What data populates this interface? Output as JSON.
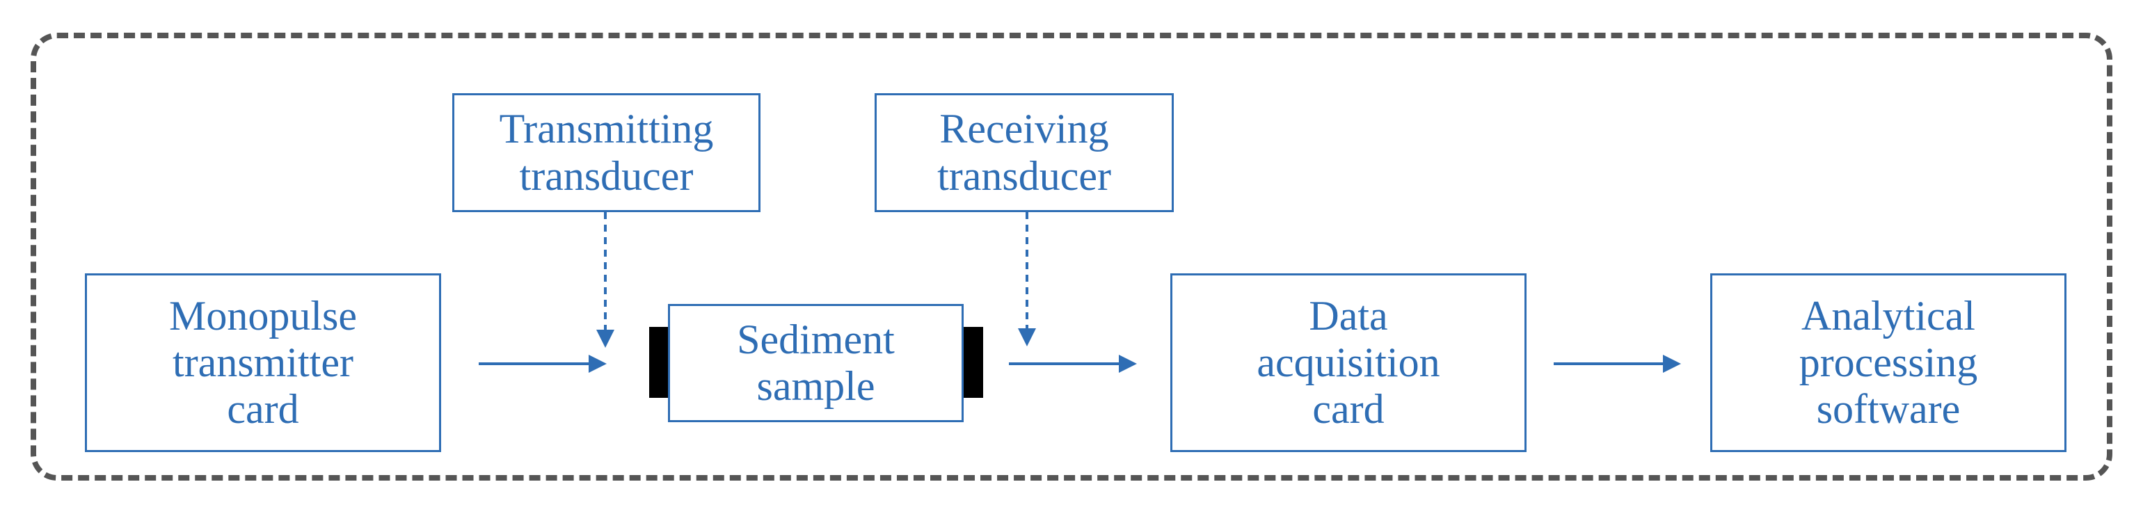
{
  "diagram": {
    "nodes": {
      "monopulse_card": "Monopulse\ntransmitter\ncard",
      "transmitting_transducer": "Transmitting\ntransducer",
      "sediment_sample": "Sediment\nsample",
      "receiving_transducer": "Receiving\ntransducer",
      "data_acquisition_card": "Data\nacquisition\ncard",
      "analytical_software": "Analytical\nprocessing\nsoftware"
    },
    "colors": {
      "box_border": "#2e6db4",
      "text": "#2e6db4",
      "arrow": "#2e6db4",
      "frame": "#555555",
      "transducer_caps": "#000000"
    }
  }
}
